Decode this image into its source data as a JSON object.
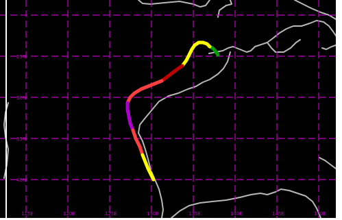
{
  "map": {
    "background": "#000000",
    "grid_color": "#c000c0",
    "coastline_color": "#b8b8b8",
    "track_colors": {
      "green": "#00a000",
      "yellow": "#ffff00",
      "darkred": "#c00000",
      "red": "#ff4040",
      "purple": "#b000d0"
    },
    "track_segments": [
      {
        "color": "green",
        "intensity_note": ""
      },
      {
        "color": "yellow",
        "intensity_note": ""
      },
      {
        "color": "darkred",
        "intensity_note": ""
      },
      {
        "color": "red",
        "intensity_note": ""
      },
      {
        "color": "purple",
        "intensity_note": ""
      },
      {
        "color": "red",
        "intensity_note": ""
      },
      {
        "color": "yellow",
        "intensity_note": ""
      }
    ],
    "lat_labels": [
      "25N",
      "30N",
      "35N",
      "40N"
    ],
    "lon_labels": [
      "115E",
      "120E",
      "125E",
      "130E",
      "135E",
      "140E",
      "145E",
      "150E"
    ]
  }
}
